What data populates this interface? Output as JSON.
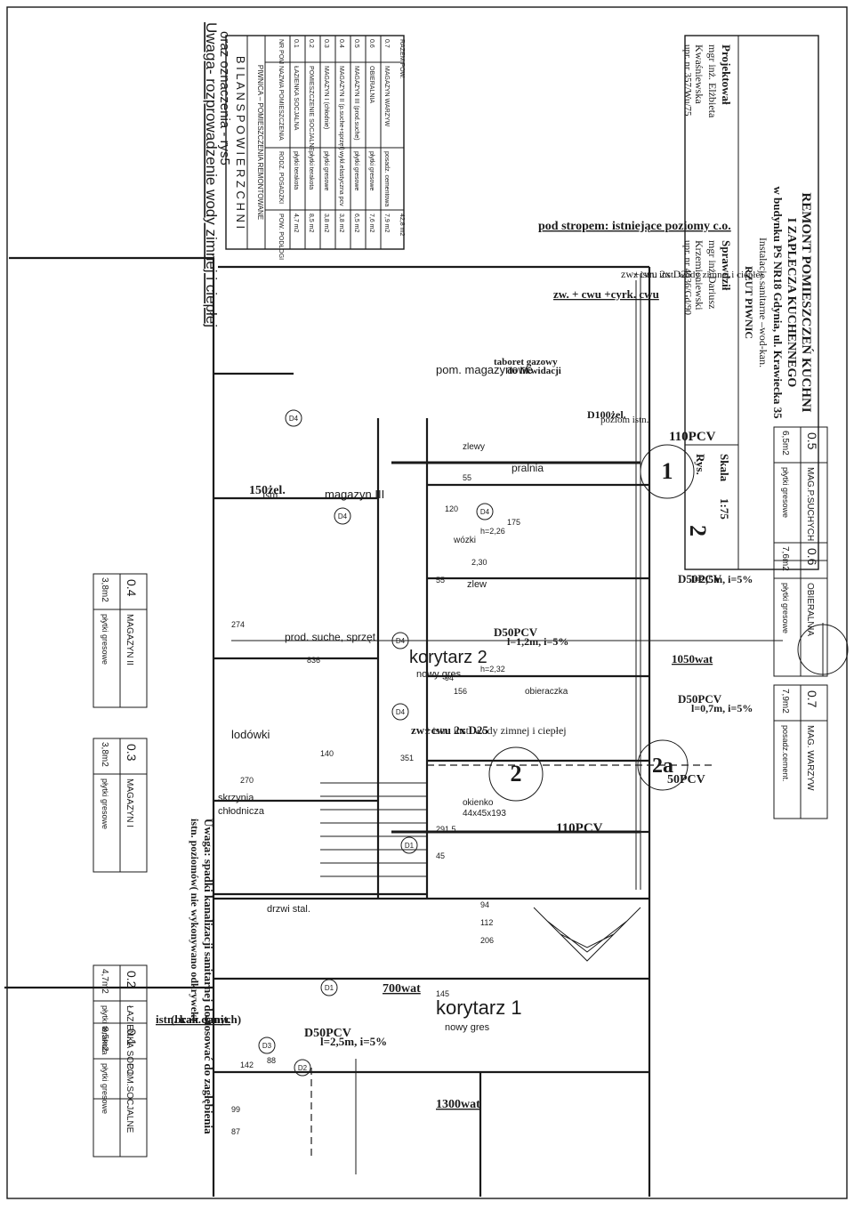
{
  "header": {
    "line1": "Uwaga- rozprowadzenie wody zimnej i ciepłej",
    "line2": "oraz oznaczenia - rys5"
  },
  "bilans": {
    "title": "B I L A N S   P O W I E R Z C H N I",
    "subtitle": "PIWNICA  –  POMIESZCZENIA REMONTOWANE",
    "headers": [
      "NR POM",
      "NAZWA POMIESZCZENIA",
      "RODZ. POSADZKI",
      "POW. PODŁOGI"
    ],
    "rows": [
      [
        "0.1",
        "ŁAZIENKA SOCJALNA",
        "płytki terakota",
        "4,7 m2"
      ],
      [
        "0.2",
        "POMIESZCZENIE SOCJALNE",
        "płytki terakota",
        "8,5 m2"
      ],
      [
        "0.3",
        "MAGAZYN I (chłodnie)",
        "płytki gresowe",
        "3,8 m2"
      ],
      [
        "0.4",
        "MAGAZYN II (p.suche+sprzęt)",
        "wykł.elastyczna pcv",
        "3,8 m2"
      ],
      [
        "0.5",
        "MAGAZYN III (prod.suche)",
        "płytki gresowe",
        "6,5 m2"
      ],
      [
        "0.6",
        "OBIERALNIA",
        "płytki gresowe",
        "7,6 m2"
      ],
      [
        "0.7",
        "MAGAZYN WARZYW",
        "posadz. cementowa",
        "7,9 m2"
      ]
    ],
    "total_label": "RAZEM POW.",
    "total_value": "42,8 m2"
  },
  "title_block": {
    "project_lines": [
      "REMONT POMIESZCZEŃ KUCHNI",
      "I ZAPLECZA KUCHENNEGO",
      "w budynku PS NR18 Gdynia, ul. Krawiecka 35",
      "Instalacje sanitarne –wod-kan.",
      "RZUT PIWNIC"
    ],
    "designer": {
      "role": "Projektował",
      "name1": "mgr inż. Elżbieta",
      "name2": "Kwaśniewska",
      "license": "upr. nr 357/Wu/75"
    },
    "checker": {
      "role": "Sprawdził",
      "name1": "mgr inż.Dariusz",
      "name2": "Krzemieniewski",
      "license": "upr. nr 4536/Gd/90"
    },
    "scale_label": "Skala",
    "scale_value": "1:75",
    "drawing_label": "Rys.",
    "drawing_number": "2"
  },
  "room_tags": [
    {
      "nr": "0.1",
      "name": "POM.SOCJALNE",
      "area": "8,5m2",
      "floor": "płytki gresowe"
    },
    {
      "nr": "0.2",
      "name": "ŁAZIENKA SOCJ.",
      "area": "4,7m2",
      "floor": "płytki terakota"
    },
    {
      "nr": "0.3",
      "name": "MAGAZYN I",
      "area": "3,8m2",
      "floor": "płytki gresowe"
    },
    {
      "nr": "0.4",
      "name": "MAGAZYN II",
      "area": "3,8m2",
      "floor": "płytki gresowe"
    },
    {
      "nr": "0.7",
      "name": "MAG. WARZYW",
      "area": "7,9m2",
      "floor": "posadz.cement."
    },
    {
      "nr": "0.6",
      "name": "OBIERALNIA",
      "area": "7,6m2",
      "floor": "płytki gresowe"
    },
    {
      "nr": "0.5",
      "name": "MAG.P.SUCHYCH",
      "area": "6,5m2",
      "floor": "płytki gresowe"
    }
  ],
  "plan_labels": {
    "korytarz1": "korytarz 1",
    "korytarz1_sub": "nowy gres",
    "korytarz2": "korytarz 2",
    "korytarz2_sub": "nowy gres",
    "magazyn3": "magazyn III",
    "pom_mag": "pom. magazynowe",
    "prod_suche": "prod. suche, sprzęt",
    "lodowki": "lodówki",
    "skrzynia1": "skrzynia",
    "skrzynia2": "chłodnicza",
    "pralnia": "pralnia",
    "taboret1": "taboret gazowy",
    "taboret2": "do likwidacji",
    "pod_stropem": "pod stropem: istniejące poziomy c.o.",
    "zw_cwu_cyrk": "zw. + cwu +cyrk. cwu",
    "zw_cwu_a": "zw+cwu   2x D25",
    "istn_inst_a": "z istn. inst. wody zimnej i ciepłej",
    "zw_cwu_b": "zw+cwu    2x D25",
    "istn_inst_b": "z istn. inst. wody zimnej i ciepłej",
    "d100": "D100żel.",
    "d100_sub": "poziom istn.",
    "z150": "150żel.",
    "z150_sub": "istn.",
    "pvc110a": "110PCV",
    "pvc110b": "110PCV",
    "pvc50": "50PCV",
    "d50_a": "D50PCV",
    "d50_a_sub": "l=1,2m, i=5%",
    "d50_b": "D50PCV",
    "d50_b_sub": "l=2,5m, i=5%",
    "d50_c": "D50PCV",
    "d50_c_sub": "l=0,7m, i=5%",
    "d50_d": "D50PCV",
    "d50_d_sub": "l=2,5m, i=5%",
    "w1050": "1050wat",
    "w700": "700wat",
    "w1300": "1300wat",
    "istn_kan1": "istn. kan. sanit.",
    "istn_kan2": "(brak danych)",
    "drzwi": "drzwi stal.",
    "zlew": "zlew",
    "wozki": "wózki",
    "obieraczka": "obieraczka",
    "okienko1": "okienko",
    "okienko2": "44x45x193",
    "zlewy": "zlewy",
    "circle1": "1",
    "circle2": "2",
    "circle2a": "2a",
    "dims": [
      "274",
      "836",
      "270",
      "140",
      "351",
      "291,5",
      "120",
      "55",
      "55",
      "2,30",
      "h=2,26",
      "94",
      "156",
      "h=2,32",
      "45",
      "112",
      "206",
      "94",
      "145",
      "175",
      "142",
      "88",
      "99",
      "87"
    ],
    "doors": [
      "D1",
      "D1",
      "D2",
      "D3",
      "D4",
      "D4",
      "D4",
      "D4",
      "D4"
    ]
  },
  "footer_note": {
    "line1": "Uwaga: spadki kanalizacji sanitarnej dostosować do zagłębienia",
    "line2": "istn. poziomów( nie wykonywano odkrywek)"
  }
}
